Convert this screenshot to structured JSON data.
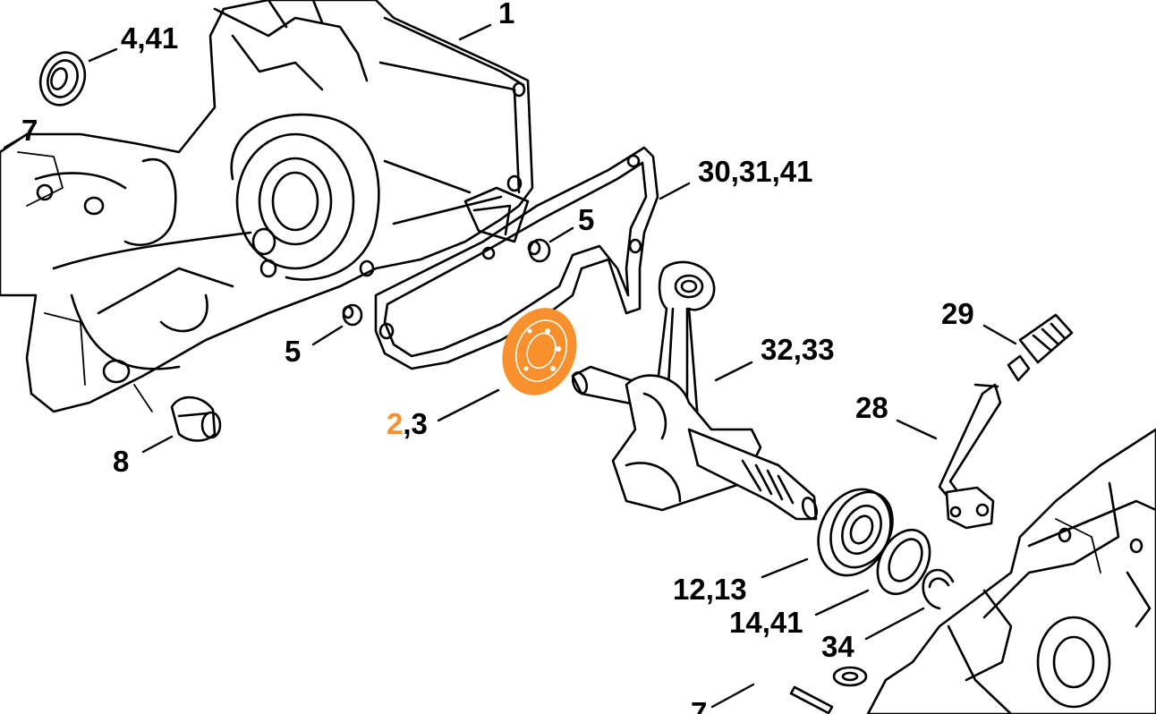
{
  "diagram": {
    "highlight_color": "#f7902d",
    "callouts": [
      {
        "id": "c1",
        "text": "1"
      },
      {
        "id": "c441",
        "text": "4,41"
      },
      {
        "id": "c7a",
        "text": "7"
      },
      {
        "id": "c303141",
        "text": "30,31,41"
      },
      {
        "id": "c5a",
        "text": "5"
      },
      {
        "id": "c5b",
        "text": "5"
      },
      {
        "id": "c23",
        "highlight": "2",
        "text": ",3"
      },
      {
        "id": "c8",
        "text": "8"
      },
      {
        "id": "c3233",
        "text": "32,33"
      },
      {
        "id": "c29",
        "text": "29"
      },
      {
        "id": "c28",
        "text": "28"
      },
      {
        "id": "c1213",
        "text": "12,13"
      },
      {
        "id": "c1441",
        "text": "14,41"
      },
      {
        "id": "c34",
        "text": "34"
      },
      {
        "id": "c7b",
        "text": "7"
      }
    ]
  }
}
